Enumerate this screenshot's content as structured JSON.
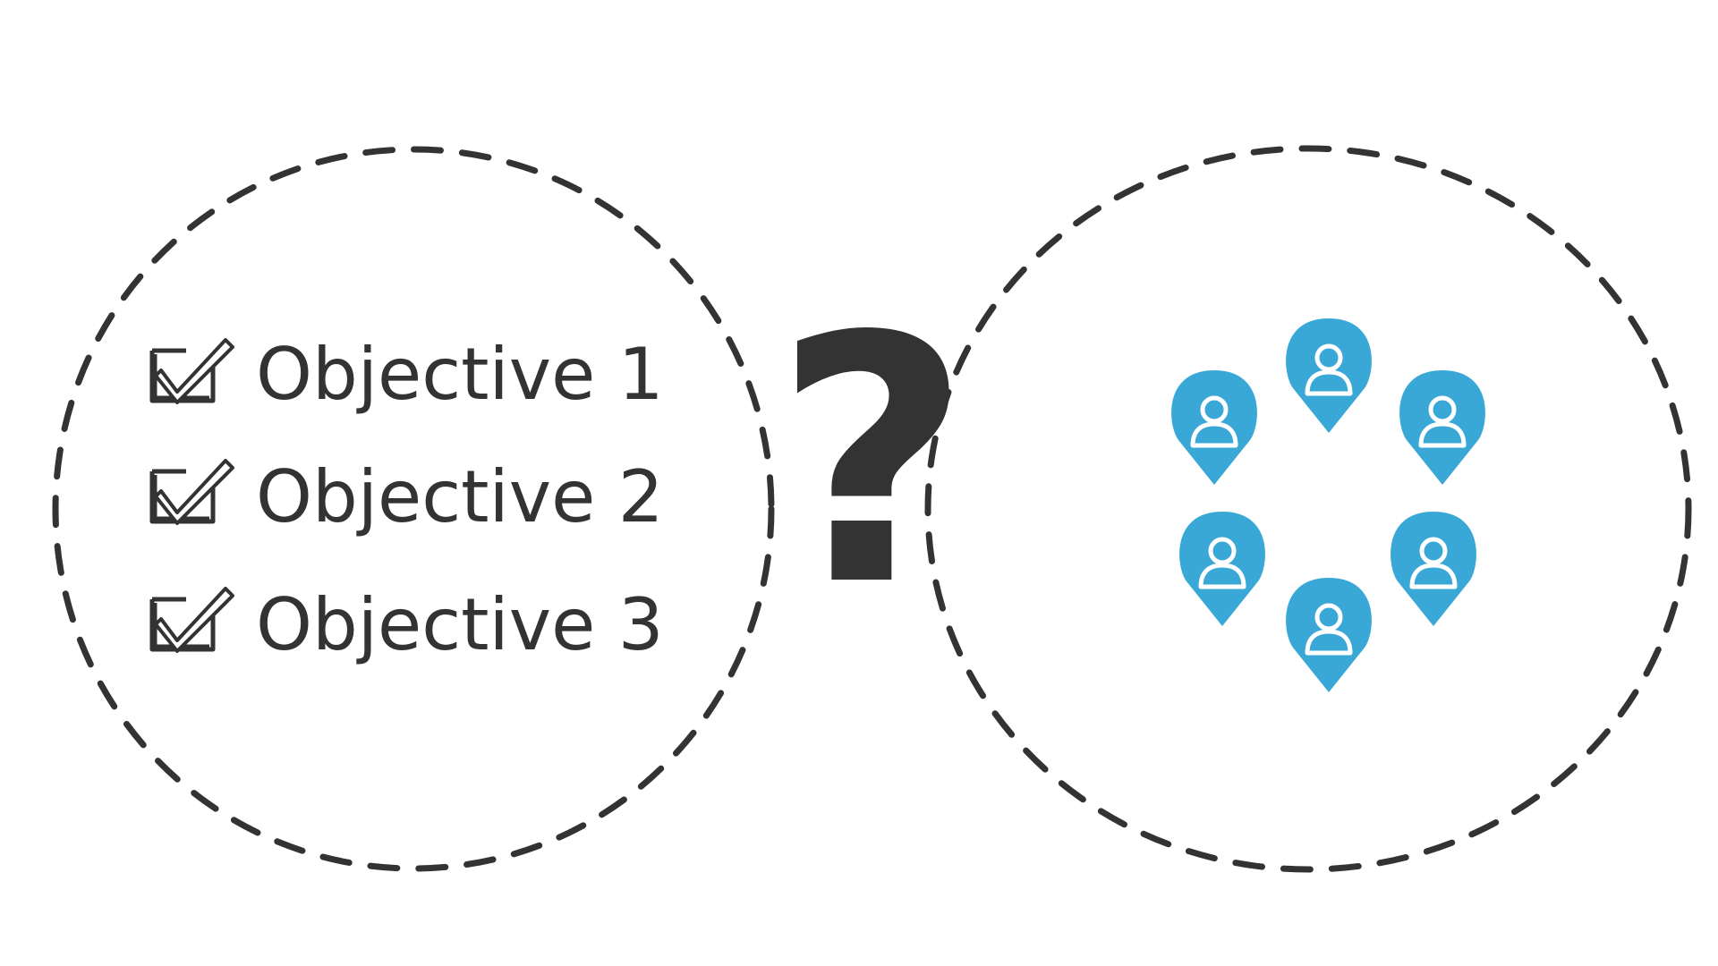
{
  "objectives": [
    {
      "label": "Objective 1",
      "checked": true
    },
    {
      "label": "Objective 2",
      "checked": true
    },
    {
      "label": "Objective 3",
      "checked": true
    }
  ],
  "question_mark": "?",
  "audience_pins": {
    "count": 6,
    "icon": "user-location-pin-icon"
  },
  "colors": {
    "ink": "#333333",
    "pin": "#3aa8d6",
    "pin_icon": "#ffffff",
    "background": "#ffffff"
  }
}
